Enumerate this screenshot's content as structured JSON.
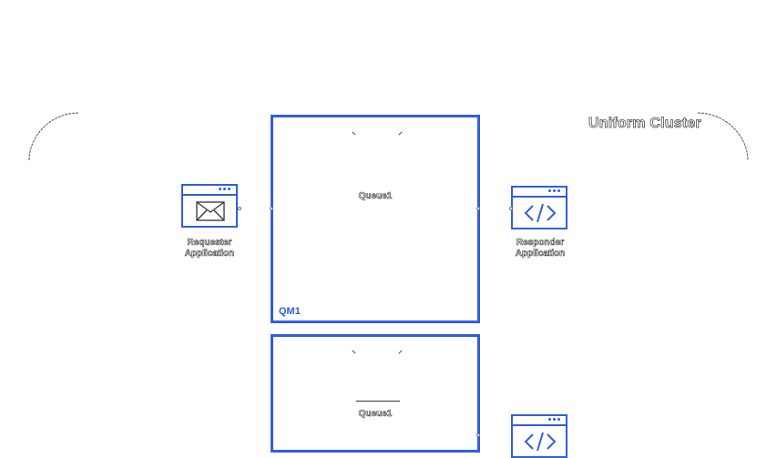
{
  "cluster": {
    "title": "Uniform Cluster"
  },
  "queue_managers": [
    {
      "name": "QM1",
      "queue": "Queue1"
    },
    {
      "name": "",
      "queue": "Queue1"
    }
  ],
  "applications": {
    "requester": {
      "label_line1": "Requester",
      "label_line2": "Application",
      "icon": "envelope-icon"
    },
    "responder": {
      "label_line1": "Responder",
      "label_line2": "Application",
      "icon": "code-icon"
    }
  },
  "colors": {
    "accent": "#2f5ee0",
    "text": "#333333",
    "background": "#ffffff"
  }
}
